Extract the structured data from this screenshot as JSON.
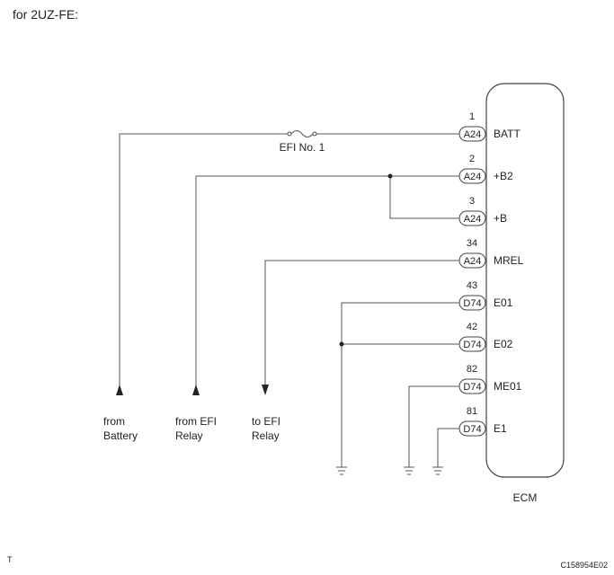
{
  "heading": "for 2UZ-FE:",
  "ecm": {
    "label": "ECM",
    "terminals": [
      {
        "pin": "1",
        "connector": "A24",
        "name": "BATT"
      },
      {
        "pin": "2",
        "connector": "A24",
        "name": "+B2"
      },
      {
        "pin": "3",
        "connector": "A24",
        "name": "+B"
      },
      {
        "pin": "34",
        "connector": "A24",
        "name": "MREL"
      },
      {
        "pin": "43",
        "connector": "D74",
        "name": "E01"
      },
      {
        "pin": "42",
        "connector": "D74",
        "name": "E02"
      },
      {
        "pin": "82",
        "connector": "D74",
        "name": "ME01"
      },
      {
        "pin": "81",
        "connector": "D74",
        "name": "E1"
      }
    ]
  },
  "fuse_label": "EFI No. 1",
  "sources": [
    {
      "line1": "from",
      "line2": "Battery"
    },
    {
      "line1": "from EFI",
      "line2": "Relay"
    },
    {
      "line1": "to EFI",
      "line2": "Relay"
    }
  ],
  "corner_left": "T",
  "corner_right": "C158954E02"
}
